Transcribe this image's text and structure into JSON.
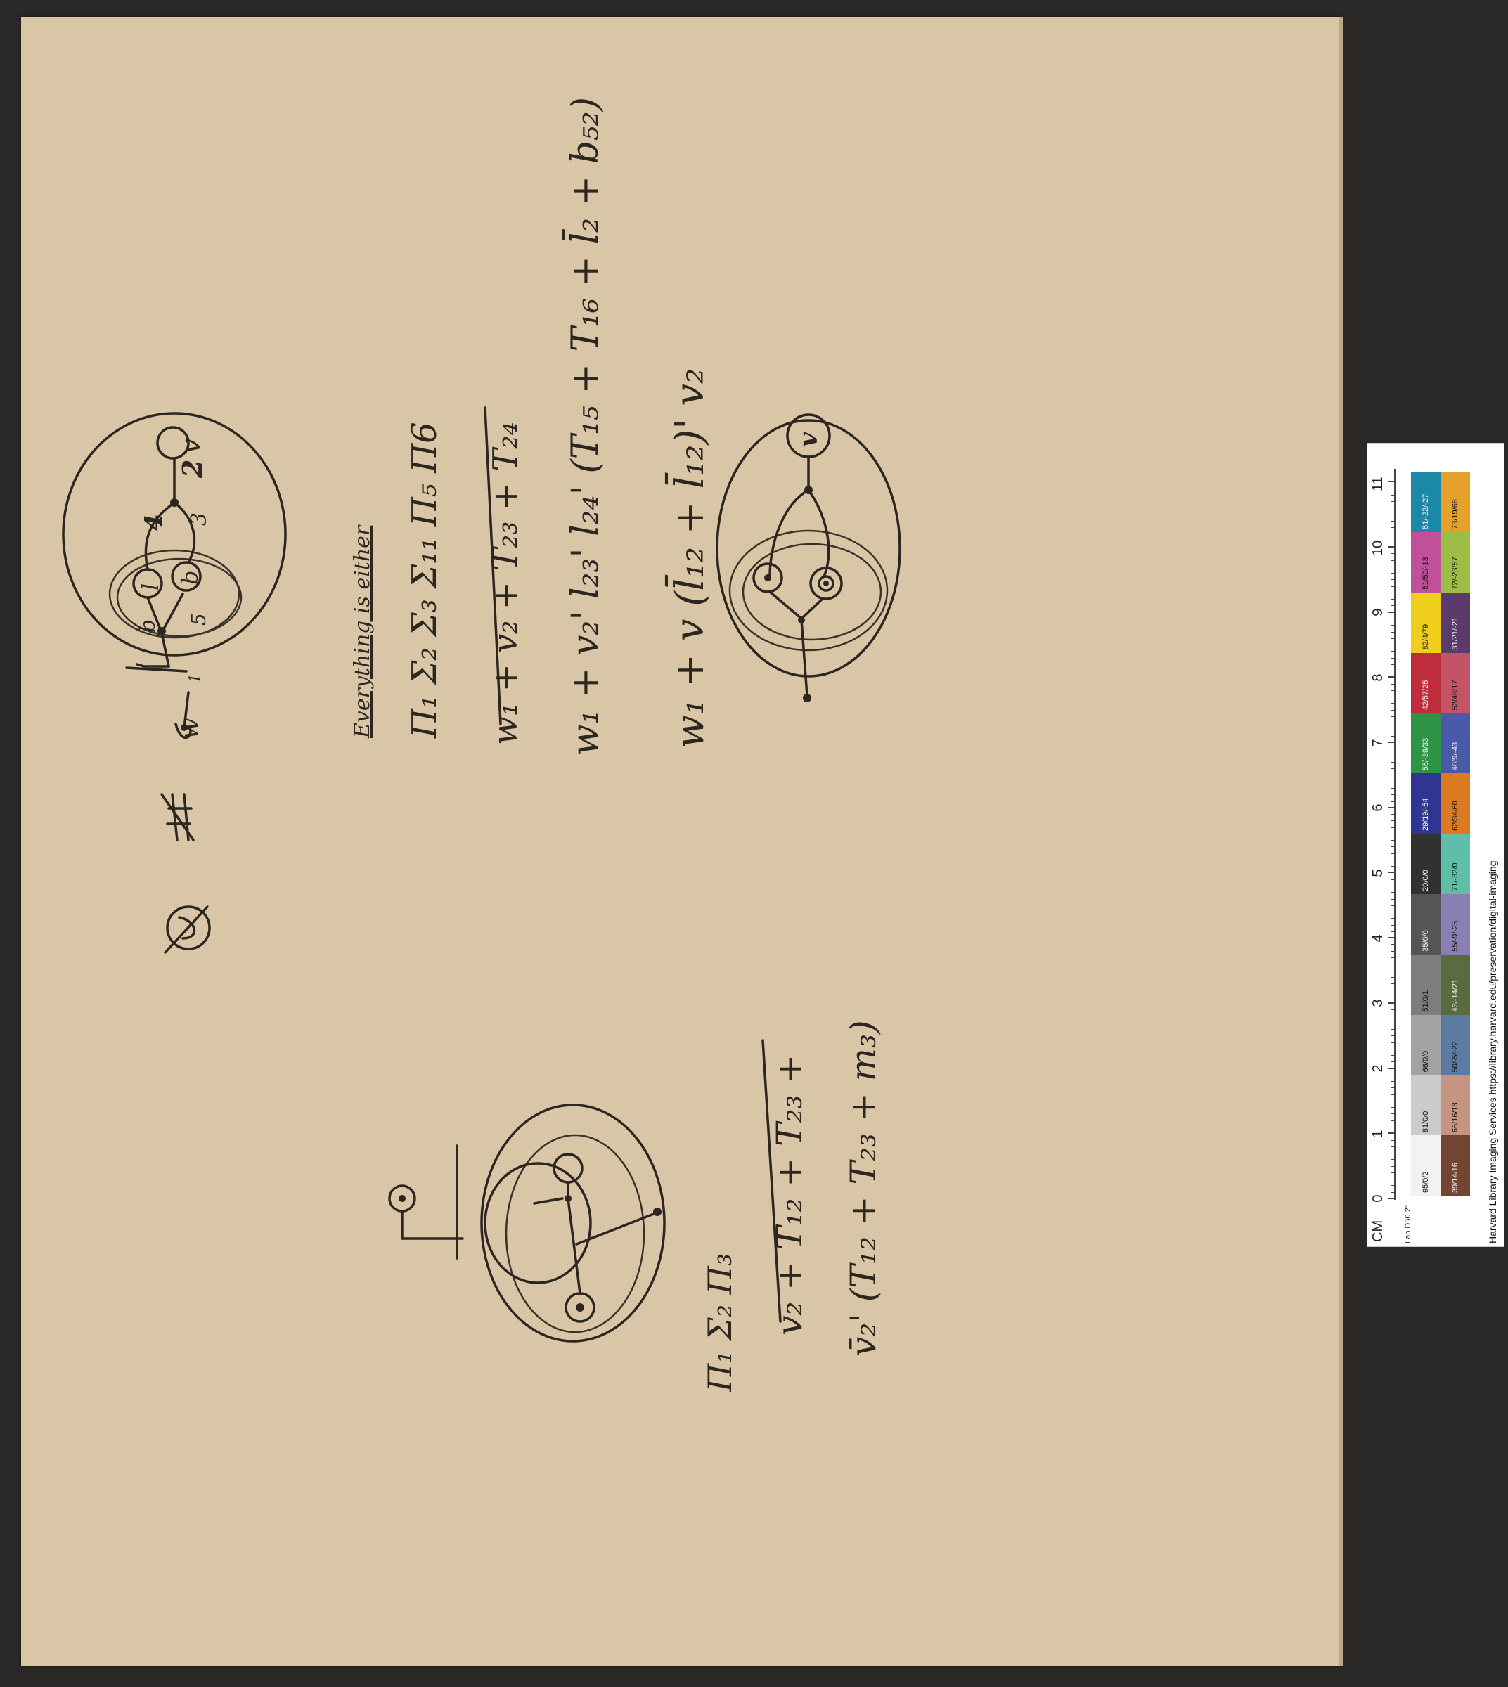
{
  "notes": {
    "phrase": "Everything is either",
    "formula_1": "Π₁ Σ₂ Σ₃ Σ₁₁ Π₅ Π6",
    "line_1": "w₁ + v₂ + T₂₃ + T₂₄",
    "line_2": "w₁ + v₂' l₂₃' l₂₄' (T₁₅ + T₁₆ + l̄₂ + b₅₂)",
    "line_3": "w₁ + v (l̄₁₂ + l̄₁₂)' v₂",
    "formula_2": "Π₁ Σ₂ Π₃",
    "line_4": "v₂ + T₁₂ + T₂₃ +",
    "line_5": "v̄₂' (T₁₂ + T₂₃ + m₃)",
    "graph_labels": {
      "v_top": "v",
      "v_lower": "v",
      "b_node": "b",
      "l_node": "l",
      "num_4": "4",
      "num_2": "2",
      "num_3": "3",
      "num_5": "5",
      "num_1": "1",
      "w_label": "w"
    }
  },
  "target": {
    "cm_label": "CM",
    "ruler_numbers": [
      "0",
      "1",
      "2",
      "3",
      "4",
      "5",
      "6",
      "7",
      "8",
      "9",
      "10",
      "11"
    ],
    "lab_label": "Lab D50 2°",
    "top_swatches": [
      {
        "label": "95/0/2",
        "color": "#f2f2f0"
      },
      {
        "label": "81/0/0",
        "color": "#cbcbcb"
      },
      {
        "label": "66/0/0",
        "color": "#a3a3a3"
      },
      {
        "label": "51/0/1",
        "color": "#7d7d7d"
      },
      {
        "label": "35/0/0",
        "color": "#555555"
      },
      {
        "label": "20/0/0",
        "color": "#313131"
      },
      {
        "label": "29/19/-54",
        "color": "#2f3591"
      },
      {
        "label": "55/-39/33",
        "color": "#2e9446"
      },
      {
        "label": "42/57/25",
        "color": "#bf2c3c"
      },
      {
        "label": "82/4/79",
        "color": "#efce1c"
      },
      {
        "label": "51/50/-13",
        "color": "#c1509b"
      },
      {
        "label": "51/-22/-27",
        "color": "#1b88a8"
      }
    ],
    "bottom_swatches": [
      {
        "label": "39/14/16",
        "color": "#734634"
      },
      {
        "label": "66/16/18",
        "color": "#c69581"
      },
      {
        "label": "50/-5/-22",
        "color": "#5d7aa2"
      },
      {
        "label": "43/-14/21",
        "color": "#586c40"
      },
      {
        "label": "55/-9/-25",
        "color": "#8a7fb5"
      },
      {
        "label": "71/-32/0",
        "color": "#5ebea8"
      },
      {
        "label": "62/34/60",
        "color": "#dc7a24"
      },
      {
        "label": "40/9/-43",
        "color": "#4a5aa8"
      },
      {
        "label": "52/48/17",
        "color": "#c35466"
      },
      {
        "label": "31/21/-21",
        "color": "#5b3a6c"
      },
      {
        "label": "72/-23/57",
        "color": "#9cbe45"
      },
      {
        "label": "73/19/68",
        "color": "#e6a12c"
      }
    ],
    "credit": "Harvard Library Imaging Services https://library.harvard.edu/preservation/digital-imaging"
  }
}
